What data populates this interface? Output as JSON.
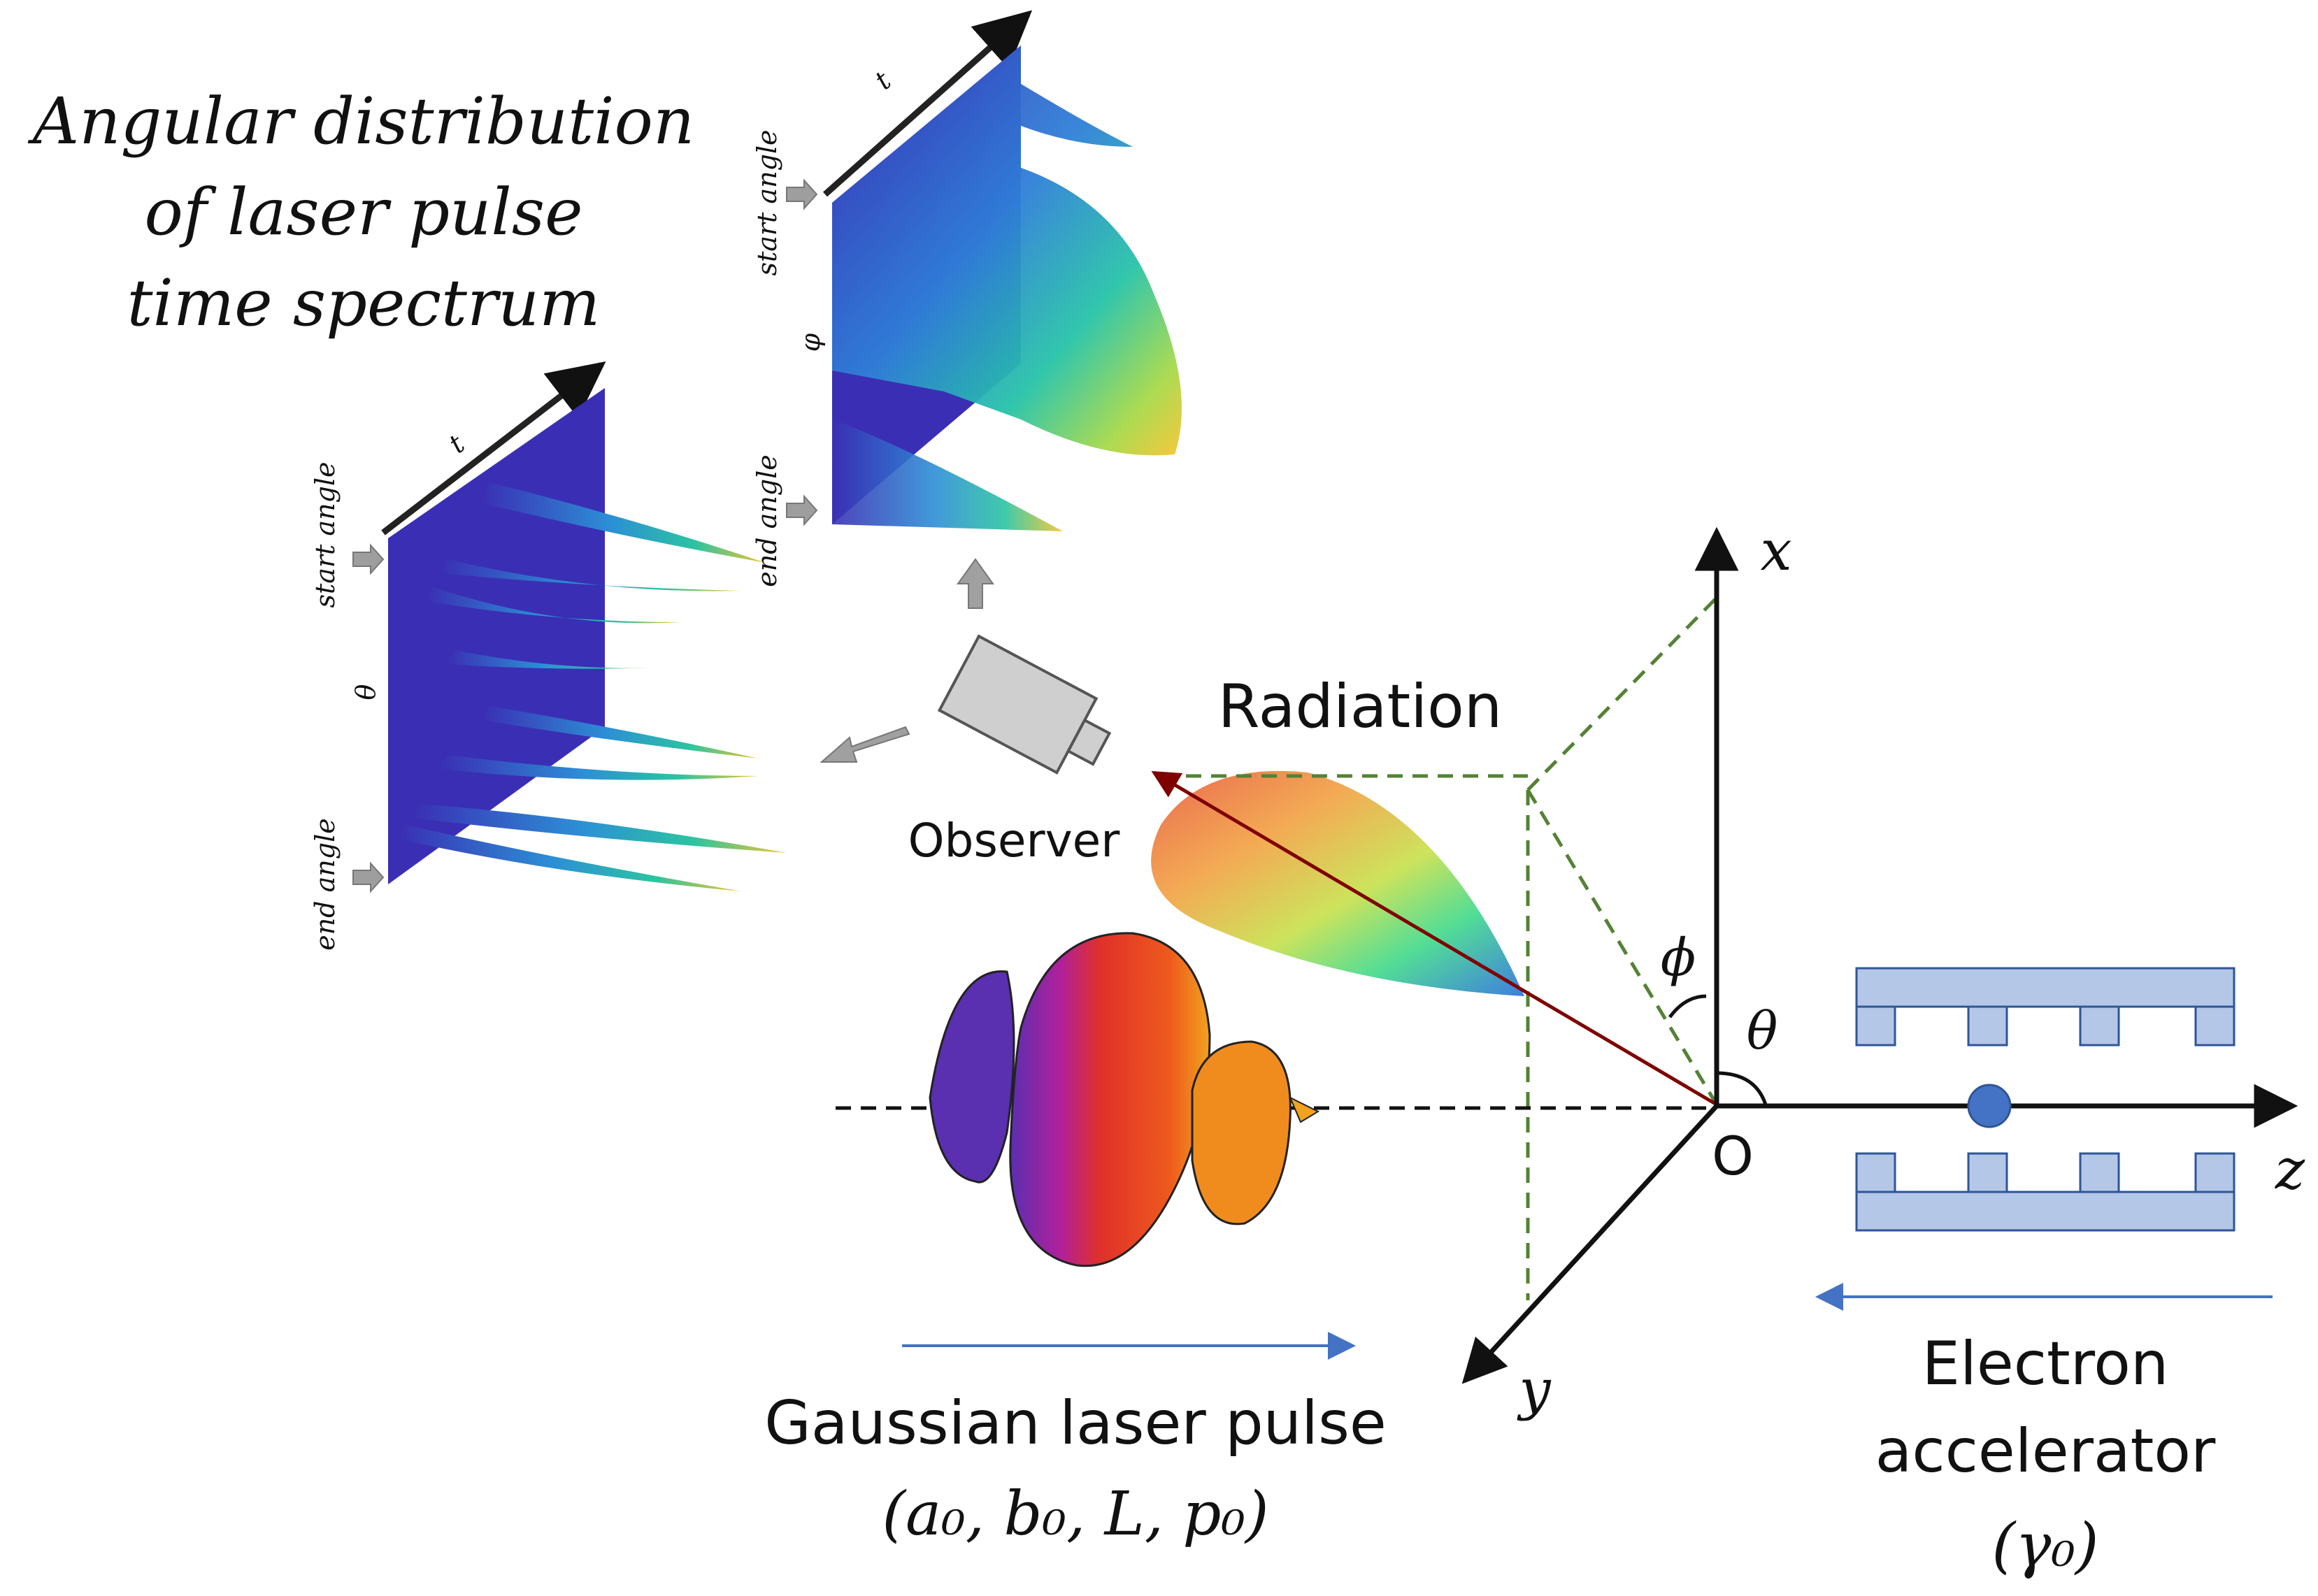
{
  "title": {
    "line1": "Angular distribution",
    "line2": "of laser pulse",
    "line3": "time spectrum"
  },
  "panel_theta": {
    "start_label": "start angle",
    "end_label": "end angle",
    "angle_symbol": "θ",
    "time_symbol": "t"
  },
  "panel_phi": {
    "start_label": "start angle",
    "end_label": "end angle",
    "angle_symbol": "φ",
    "time_symbol": "t"
  },
  "observer": {
    "label": "Observer"
  },
  "radiation": {
    "label": "Radiation"
  },
  "axes": {
    "x": "x",
    "y": "y",
    "z": "z",
    "origin": "O",
    "phi": "ϕ",
    "theta": "θ"
  },
  "laser": {
    "label": "Gaussian laser pulse",
    "params": "(a₀, b₀, L, p₀)"
  },
  "accelerator": {
    "line1": "Electron",
    "line2": "accelerator",
    "param": "(γ₀)"
  },
  "colors": {
    "panel_blue": "#3a2fb4",
    "accelerator_fill": "#b4c7e7",
    "accelerator_stroke": "#2f5597",
    "electron": "#4472c4",
    "arrow_blue": "#4472c4",
    "projection_green": "#548235",
    "direction_red": "#7f0000"
  }
}
